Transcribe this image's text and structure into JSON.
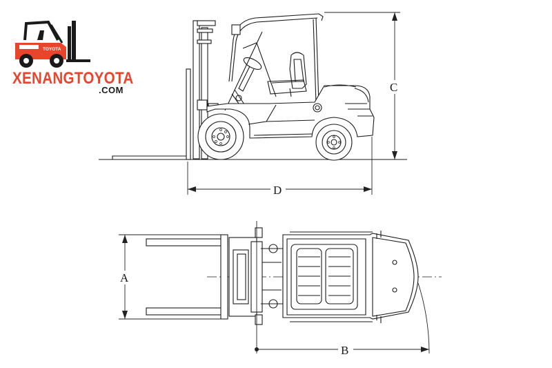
{
  "logo": {
    "brand_name": "XENANGTOYOTA",
    "brand_domain": ".COM",
    "forklift_badge": "TOYOTA",
    "colors": {
      "brand_red": "#e8452c",
      "ink": "#1a1a1a"
    }
  },
  "dimensions": {
    "width_label": "A",
    "turning_radius_label": "B",
    "height_label": "C",
    "length_label": "D"
  },
  "views": {
    "side": "forklift-side-elevation",
    "top": "forklift-top-plan"
  }
}
